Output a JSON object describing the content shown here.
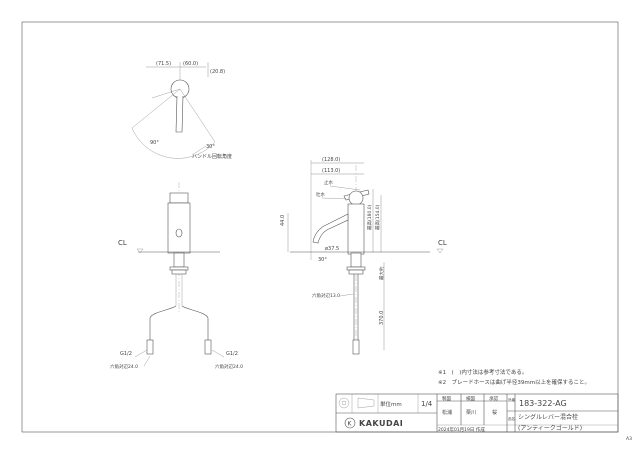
{
  "top_view": {
    "dim_left": "(71.5)",
    "dim_right": "(60.0)",
    "dim_height": "(20.8)",
    "angle_left": "90°",
    "angle_right": "30°",
    "caption": "ハンドル回転角度"
  },
  "front_view": {
    "cl_label": "CL",
    "thread_left": "G1/2",
    "thread_right": "G1/2",
    "nut_left": "六角対辺24.0",
    "nut_right": "六角対辺24.0"
  },
  "side_view": {
    "cl_label": "CL",
    "dim_top_outer": "(128.0)",
    "dim_top_inner": "(113.0)",
    "label_close": "止水",
    "label_open": "吐水",
    "dim_vertical_spout": "44.0",
    "dim_body": "ø37.5",
    "dim_angle": "30°",
    "dim_height_1": "最高(180.0)",
    "dim_height_2": "最高(154.0)",
    "dim_mount": "六角対辺13.0",
    "dim_hose": "370.0",
    "dim_hose_label": "最大約"
  },
  "notes": {
    "note1": "※1　(　)内寸法は参考寸法である。",
    "note2": "※2　ブレードホースは曲げ半径39mm以上を確保すること。"
  },
  "title_block": {
    "unit_label": "単位mm",
    "scale": "1/4",
    "col_drawn": "製図",
    "col_checked": "検図",
    "col_approved": "承認",
    "name_drawn": "松浦",
    "name_checked": "栗川",
    "name_approved": "桜",
    "part_no": "183-322-AG",
    "brand": "KAKUDAI",
    "date": "2024年01月19日 作成",
    "side_char_top": "品番",
    "side_char_bottom": "品名",
    "product_name": "シングルレバー混合栓",
    "product_variant": "(アンティークゴールド)"
  },
  "sheet_size": "A3"
}
